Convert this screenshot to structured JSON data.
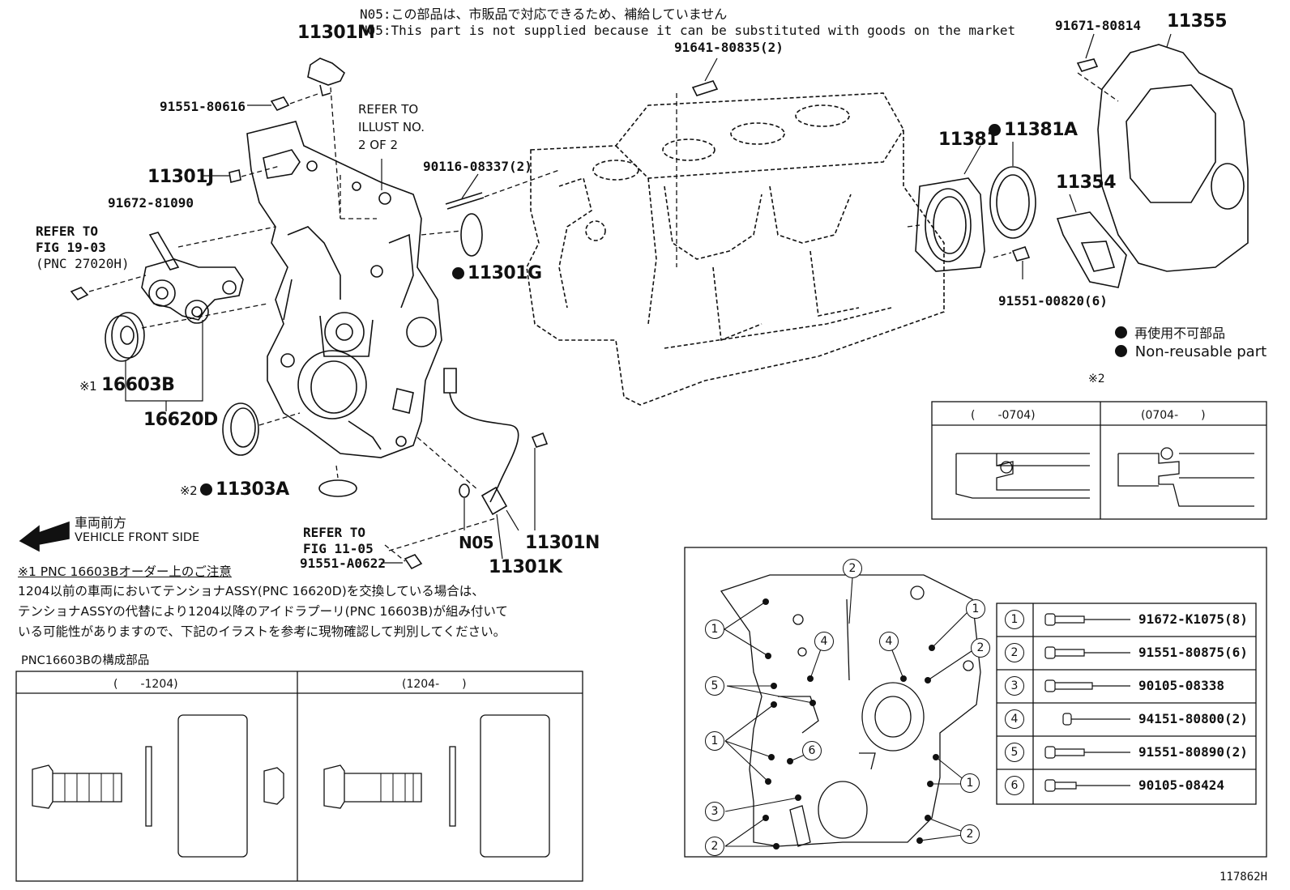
{
  "notes": {
    "n05_jp": "N05:この部品は、市販品で対応できるため、補給していません",
    "n05_en": "N05:This part is not supplied because it can be substituted with goods on the market"
  },
  "parts": {
    "p11301M": "11301M",
    "p91551_80616": "91551-80616",
    "p11301J": "11301J",
    "p91672_81090": "91672-81090",
    "p16603B": "16603B",
    "p16620D": "16620D",
    "p11303A": "11303A",
    "p11301G": "11301G",
    "p90116_08337": "90116-08337(2)",
    "p91641_80835": "91641-80835(2)",
    "p91671_80814": "91671-80814",
    "p11355": "11355",
    "p11381": "11381",
    "p11381A": "11381A",
    "p11354": "11354",
    "p91551_00820": "91551-00820(6)",
    "p91551_A0622": "91551-A0622",
    "pN05": "N05",
    "p11301N": "11301N",
    "p11301K": "11301K"
  },
  "marks": {
    "kome1": "※1",
    "kome2": "※2",
    "kome2_top": "※2"
  },
  "refs": {
    "illust_1": "REFER TO",
    "illust_2": "ILLUST NO.",
    "illust_3": "2 OF 2",
    "fig1903_1": "REFER TO",
    "fig1903_2": "FIG 19-03",
    "fig1903_3": "(PNC 27020H)",
    "fig1105_1": "REFER TO",
    "fig1105_2": "FIG 11-05"
  },
  "legend": {
    "nonreusable_jp": "再使用不可部品",
    "nonreusable_en": "Non-reusable part"
  },
  "direction": {
    "jp": "車両前方",
    "en": "VEHICLE FRONT SIDE"
  },
  "caution": {
    "title": "※1 PNC 16603Bオーダー上のご注意",
    "line1": "1204以前の車両においてテンショナASSY(PNC 16620D)を交換している場合は、",
    "line2": "テンショナASSYの代替により1204以降のアイドラプーリ(PNC 16603B)が組み付いて",
    "line3": "いる可能性がありますので、下記のイラストを参考に現物確認して判別してください。",
    "composition": "PNC16603Bの構成部品",
    "col1": "(　　-1204)",
    "col2": "(1204-　　)"
  },
  "seal_table": {
    "col1": "(　　-0704)",
    "col2": "(0704-　　)"
  },
  "bolt_table": [
    {
      "num": "1",
      "pn": "91672-K1075(8)"
    },
    {
      "num": "2",
      "pn": "91551-80875(6)"
    },
    {
      "num": "3",
      "pn": "90105-08338"
    },
    {
      "num": "4",
      "pn": "94151-80800(2)"
    },
    {
      "num": "5",
      "pn": "91551-80890(2)"
    },
    {
      "num": "6",
      "pn": "90105-08424"
    }
  ],
  "cover_callouts": [
    "2",
    "1",
    "1",
    "4",
    "4",
    "2",
    "5",
    "1",
    "6",
    "1",
    "3",
    "2",
    "2"
  ],
  "figure_id": "117862H"
}
